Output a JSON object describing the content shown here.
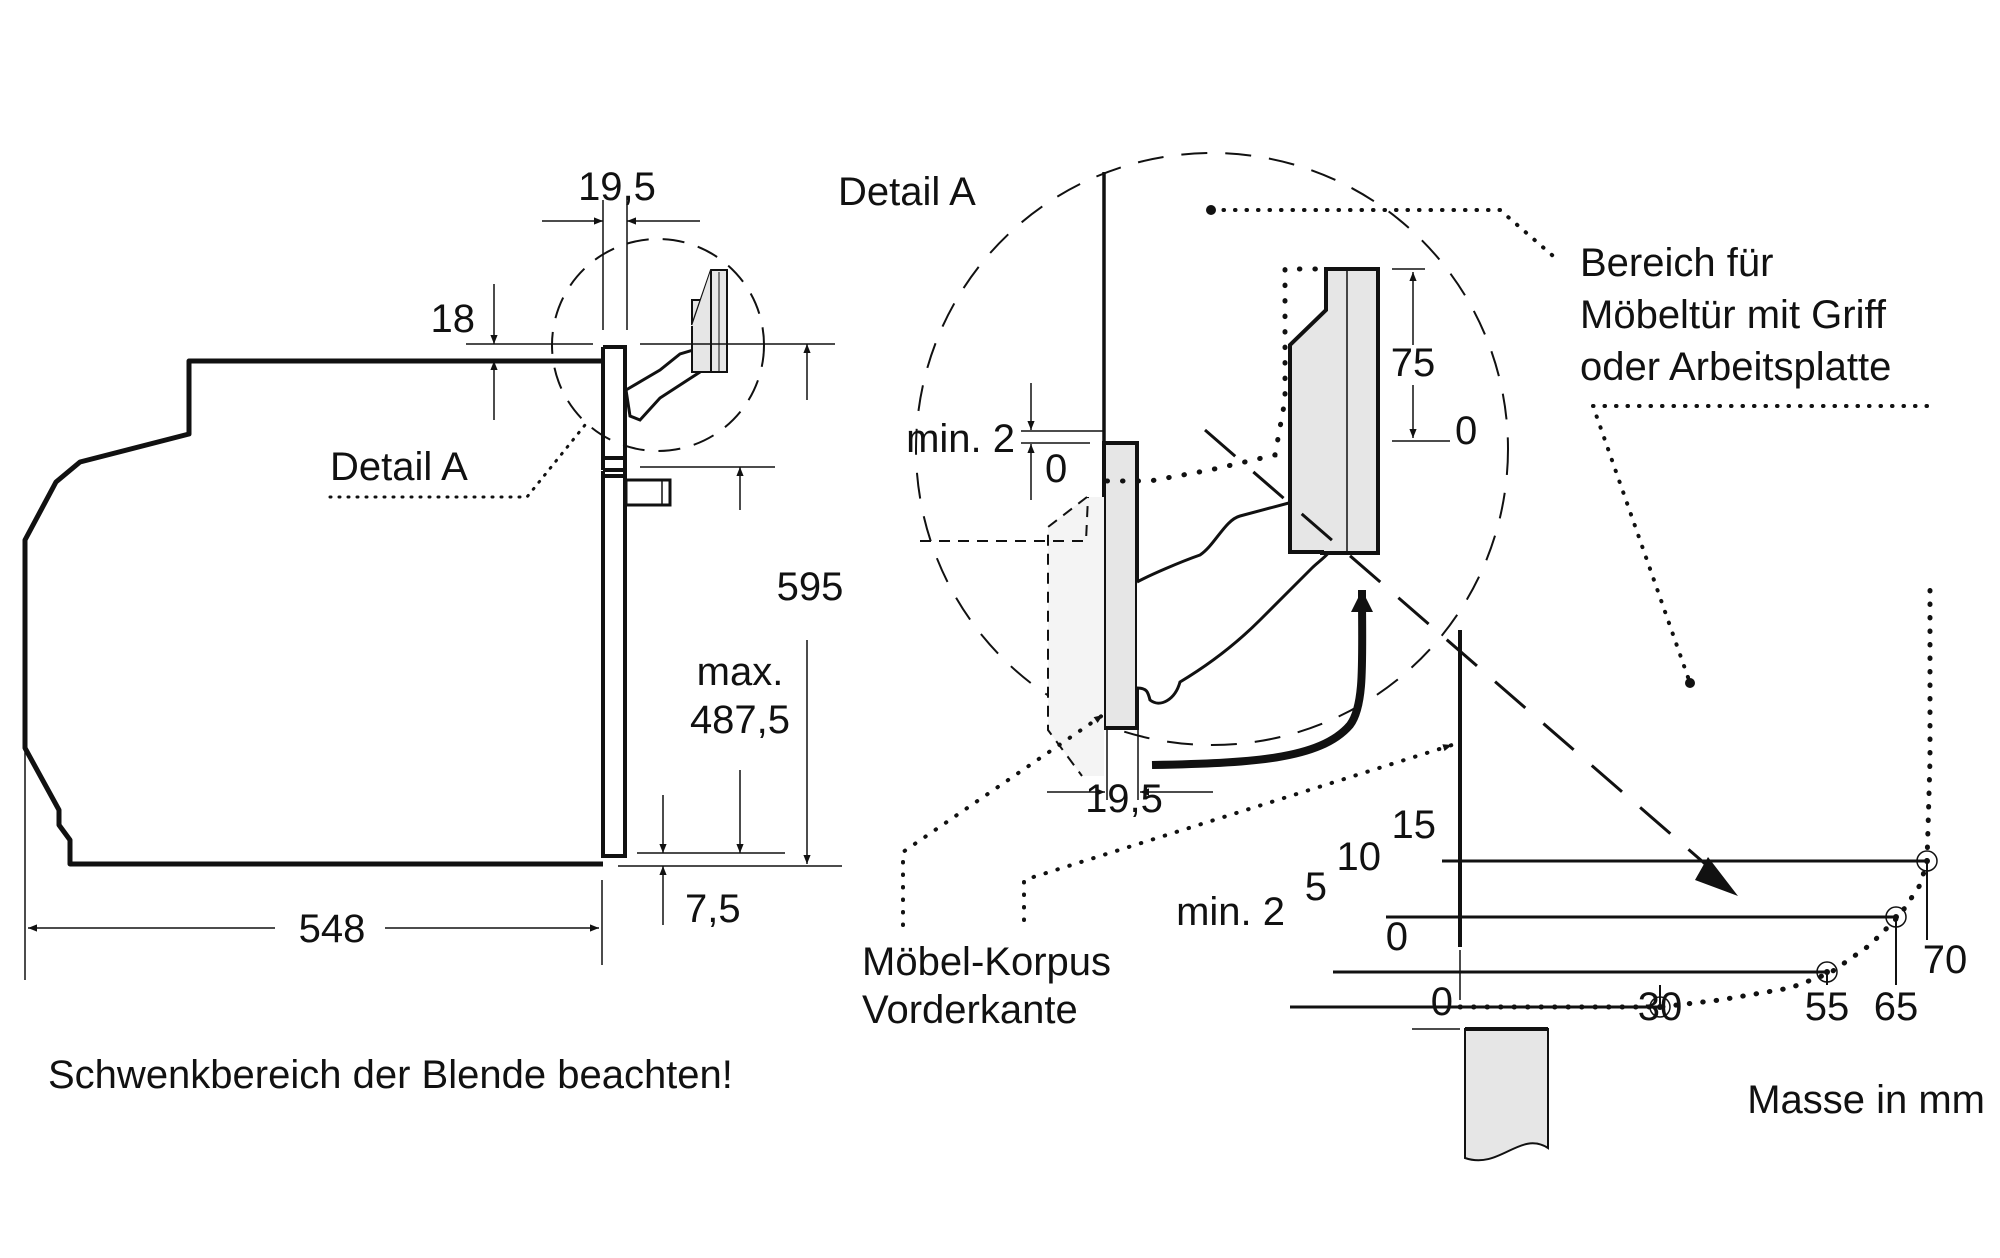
{
  "diagram": {
    "title_note": "Schwenkbereich der Blende beachten!",
    "units_note": "Masse in mm",
    "colors": {
      "line": "#111111",
      "fill_panel": "#e6e6e6",
      "fill_light": "#f4f4f4",
      "background": "#ffffff"
    }
  },
  "side_view": {
    "detail_label": "Detail A",
    "dim_gap_top": "19,5",
    "dim_top_offset": "18",
    "dim_height": "595",
    "dim_max_label": "max.",
    "dim_max_value": "487,5",
    "dim_bottom_offset": "7,5",
    "dim_depth": "548"
  },
  "detail_a": {
    "title": "Detail A",
    "dim_min_label": "min. 2",
    "dim_zero_left": "0",
    "dim_handle_height": "75",
    "dim_zero_right": "0",
    "dim_gap_bottom": "19,5",
    "callout_cabinet": [
      "Möbel-Korpus",
      "Vorderkante"
    ],
    "callout_area": [
      "Bereich für",
      "Möbeltür mit Griff",
      "oder Arbeitsplatte"
    ]
  },
  "swing_chart": {
    "y_labels": [
      "15",
      "10",
      "5",
      "min. 2",
      "0"
    ],
    "x_labels": [
      "0",
      "30",
      "55",
      "65",
      "70"
    ],
    "points": [
      {
        "x": 30,
        "y": 2
      },
      {
        "x": 55,
        "y": 5
      },
      {
        "x": 65,
        "y": 10
      },
      {
        "x": 70,
        "y": 15
      }
    ]
  }
}
